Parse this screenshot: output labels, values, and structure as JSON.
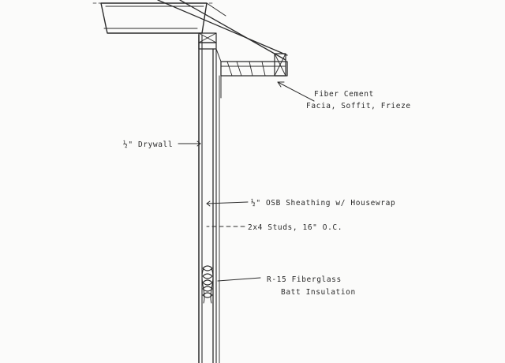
{
  "labels": {
    "fiber_cement_1": "Fiber Cement",
    "fiber_cement_2": "Facia, Soffit, Frieze",
    "drywall": "½\" Drywall",
    "sheathing": "½\" OSB Sheathing w/ Housewrap",
    "studs": "2x4 Studs, 16\" O.C.",
    "insulation_1": "R-15 Fiberglass",
    "insulation_2": "Batt Insulation"
  },
  "colors": {
    "ink": "#2b2b2b",
    "paper": "#fbfbfa"
  }
}
